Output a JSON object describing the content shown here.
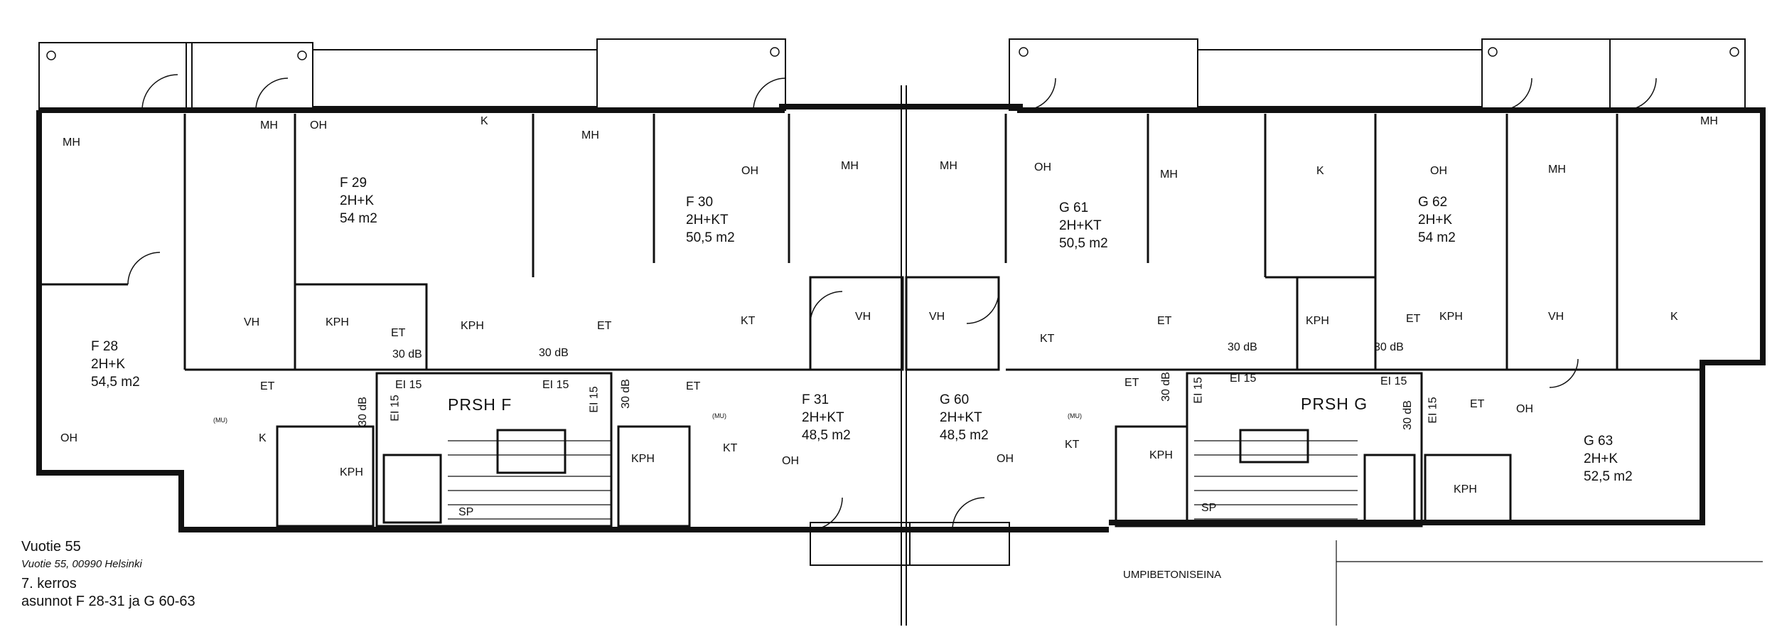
{
  "info": {
    "title": "Vuotie 55",
    "address": "Vuotie 55, 00990 Helsinki",
    "floor": "7. kerros",
    "apartments": "asunnot F 28-31 ja G 60-63"
  },
  "apartments": {
    "f28": {
      "code": "F 28",
      "type": "2H+K",
      "area": "54,5 m2"
    },
    "f29": {
      "code": "F 29",
      "type": "2H+K",
      "area": "54 m2"
    },
    "f30": {
      "code": "F 30",
      "type": "2H+KT",
      "area": "50,5 m2"
    },
    "f31": {
      "code": "F 31",
      "type": "2H+KT",
      "area": "48,5 m2"
    },
    "g60": {
      "code": "G 60",
      "type": "2H+KT",
      "area": "48,5 m2"
    },
    "g61": {
      "code": "G 61",
      "type": "2H+KT",
      "area": "50,5 m2"
    },
    "g62": {
      "code": "G 62",
      "type": "2H+K",
      "area": "54 m2"
    },
    "g63": {
      "code": "G 63",
      "type": "2H+K",
      "area": "52,5 m2"
    }
  },
  "stairs": {
    "f": "PRSH  F",
    "g": "PRSH  G",
    "sp": "SP"
  },
  "rooms": {
    "mh": "MH",
    "oh": "OH",
    "k": "K",
    "kt": "KT",
    "vh": "VH",
    "et": "ET",
    "kph": "KPH"
  },
  "ratings": {
    "db30": "30 dB",
    "ei15": "EI 15",
    "mu": "(MU)"
  },
  "wall_note": "UMPIBETONISEINA"
}
